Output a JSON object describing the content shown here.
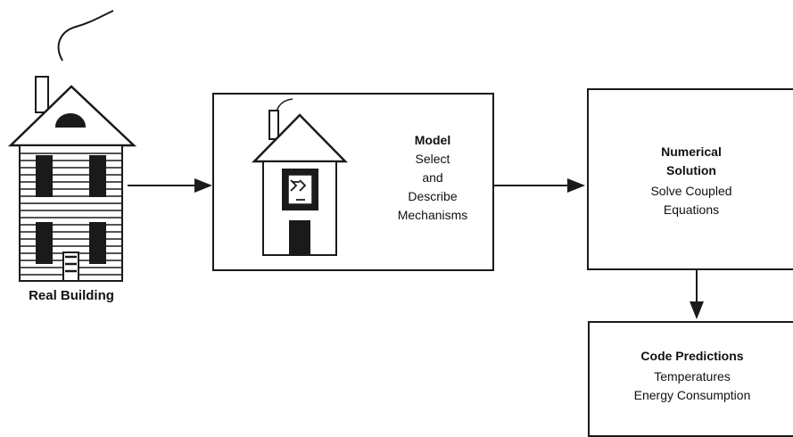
{
  "real_building": {
    "label": "Real Building"
  },
  "model_box": {
    "title": "Model",
    "lines": [
      "Select",
      "and",
      "Describe",
      "Mechanisms"
    ]
  },
  "numerical_box": {
    "title_lines": [
      "Numerical",
      "Solution"
    ],
    "lines": [
      "Solve Coupled",
      "Equations"
    ]
  },
  "predictions_box": {
    "title": "Code Predictions",
    "lines": [
      "Temperatures",
      "Energy Consumption"
    ]
  }
}
